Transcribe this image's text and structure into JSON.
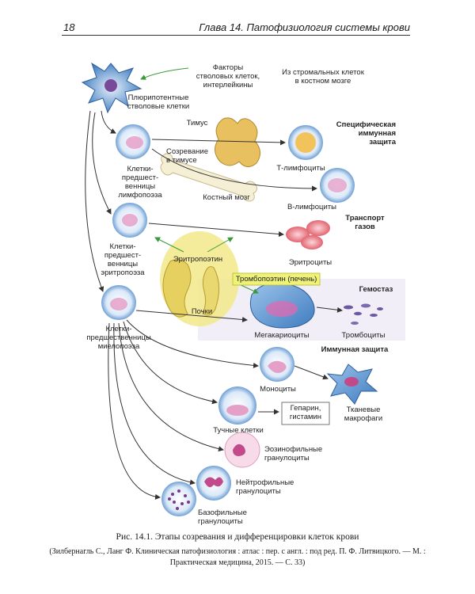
{
  "header": {
    "page_number": "18",
    "chapter_title": "Глава 14. Патофизиология системы крови"
  },
  "diagram": {
    "stem_factors": "Факторы\nстволовых клеток,\nинтерлейкины",
    "stromal_source": "Из стромальных клеток\nв костном мозге",
    "pluripotent": "Плюрипотентные\nстволовые клетки",
    "thymus": "Тимус",
    "specific_immunity": "Специфическая\nиммунная\nзащита",
    "maturation_thymus": "Созревание\nв тимусе",
    "lympho_precursors": "Клетки-\nпредшест-\nвенницы\nлимфопоэза",
    "t_lymphocytes": "Т-лимфоциты",
    "bone_marrow": "Костный мозг",
    "b_lymphocytes": "В-лимфоциты",
    "gas_transport": "Транспорт\nгазов",
    "erythro_precursors": "Клетки-\nпредшест-\nвенницы\nэритропоэза",
    "erythropoietin": "Эритропоэтин",
    "erythrocytes": "Эритроциты",
    "thrombopoietin": "Тромбопоэтин (печень)",
    "hemostasis": "Гемостаз",
    "kidneys": "Почки",
    "megakaryocytes": "Мегакариоциты",
    "platelets": "Тромбоциты",
    "myelo_precursors": "Клетки-\nпредшественницы\nмиелопоэза",
    "immune_defense": "Иммунная защита",
    "monocytes": "Моноциты",
    "tissue_macrophages": "Тканевые\nмакрофаги",
    "heparin": "Гепарин,\nгистамин",
    "mast_cells": "Тучные клетки",
    "eosinophils": "Эозинофильные\nгранулоциты",
    "neutrophils": "Нейтрофильные\nгранулоциты",
    "basophils": "Базофильные\nгранулоциты"
  },
  "caption": {
    "title": "Рис. 14.1. Этапы созревания и дифференцировки клеток крови",
    "source": "(Зилбернагль С., Ланг Ф. Клиническая патофизиология : атлас : пер. с англ. : под ред. П. Ф. Литвицкого. — М. : Практическая медицина, 2015. — С. 33)"
  },
  "colors": {
    "cell_blue": "#4a86c8",
    "cell_pink": "#e06ab0",
    "green_arrow": "#3a9a3a",
    "thymus_yellow": "#e8c060",
    "erythro_red": "#e05a66",
    "kidney_yellow": "#f2e88a",
    "highlight": "#eef27a"
  }
}
